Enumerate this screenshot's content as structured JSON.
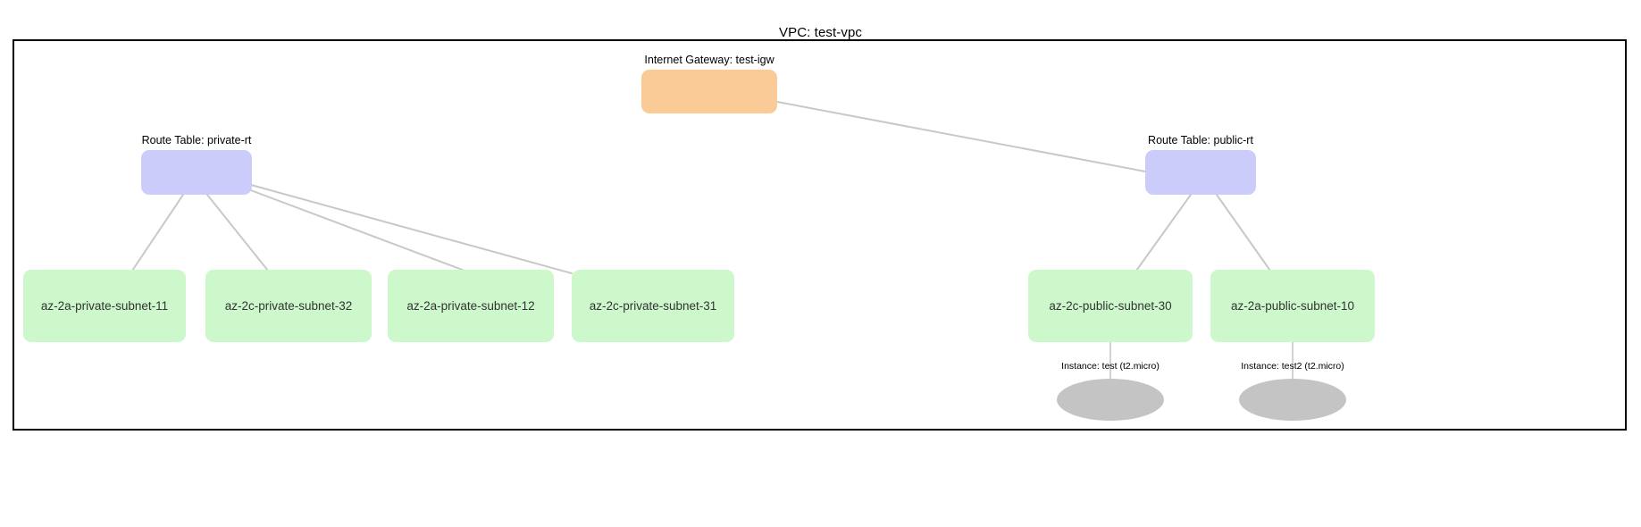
{
  "diagram": {
    "type": "aws-vpc-network-diagram",
    "title": "VPC: test-vpc",
    "background": "#FFFFFF",
    "border_color": "#000000"
  },
  "colors": {
    "internet_gateway": "#FBCB97",
    "route_table": "#CCCCFA",
    "subnet": "#CCF8CC",
    "instance": "#C4C4C4",
    "edge": "#C8C8C8",
    "vpc_border": "#000000",
    "text": "#000000",
    "subnet_text": "#333333"
  },
  "internet_gateway": {
    "label": "Internet Gateway: test-igw",
    "name": "test-igw"
  },
  "route_tables": [
    {
      "id": "private-rt",
      "label": "Route Table: private-rt"
    },
    {
      "id": "public-rt",
      "label": "Route Table: public-rt"
    }
  ],
  "subnets": [
    {
      "id": "az-2a-private-subnet-11",
      "label": "az-2a-private-subnet-11",
      "tier": "private",
      "az": "2a",
      "route_table": "private-rt"
    },
    {
      "id": "az-2c-private-subnet-32",
      "label": "az-2c-private-subnet-32",
      "tier": "private",
      "az": "2c",
      "route_table": "private-rt"
    },
    {
      "id": "az-2a-private-subnet-12",
      "label": "az-2a-private-subnet-12",
      "tier": "private",
      "az": "2a",
      "route_table": "private-rt"
    },
    {
      "id": "az-2c-private-subnet-31",
      "label": "az-2c-private-subnet-31",
      "tier": "private",
      "az": "2c",
      "route_table": "private-rt"
    },
    {
      "id": "az-2c-public-subnet-30",
      "label": "az-2c-public-subnet-30",
      "tier": "public",
      "az": "2c",
      "route_table": "public-rt"
    },
    {
      "id": "az-2a-public-subnet-10",
      "label": "az-2a-public-subnet-10",
      "tier": "public",
      "az": "2a",
      "route_table": "public-rt"
    }
  ],
  "instances": [
    {
      "id": "test",
      "label": "Instance: test (t2.micro)",
      "name": "test",
      "instance_type": "t2.micro",
      "subnet": "az-2c-public-subnet-30"
    },
    {
      "id": "test2",
      "label": "Instance: test2 (t2.micro)",
      "name": "test2",
      "instance_type": "t2.micro",
      "subnet": "az-2a-public-subnet-10"
    }
  ],
  "connections": [
    {
      "from": "test-igw",
      "to": "public-rt"
    },
    {
      "from": "private-rt",
      "to": "az-2a-private-subnet-11"
    },
    {
      "from": "private-rt",
      "to": "az-2c-private-subnet-32"
    },
    {
      "from": "private-rt",
      "to": "az-2a-private-subnet-12"
    },
    {
      "from": "private-rt",
      "to": "az-2c-private-subnet-31"
    },
    {
      "from": "public-rt",
      "to": "az-2c-public-subnet-30"
    },
    {
      "from": "public-rt",
      "to": "az-2a-public-subnet-10"
    },
    {
      "from": "az-2c-public-subnet-30",
      "to": "test"
    },
    {
      "from": "az-2a-public-subnet-10",
      "to": "test2"
    }
  ]
}
